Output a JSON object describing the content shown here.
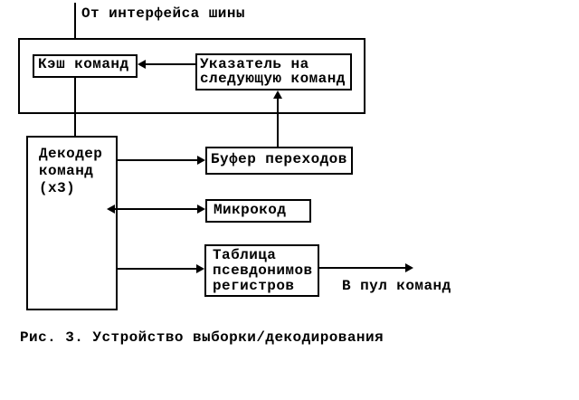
{
  "diagram": {
    "bus_input_label": "От интерфейса шины",
    "boxes": {
      "cache": {
        "label": "Кэш команд"
      },
      "next_instruction_pointer": {
        "lines": [
          "Указатель на",
          "следующую команд"
        ]
      },
      "decoder": {
        "lines": [
          "Декодер",
          "команд",
          "(x3)"
        ]
      },
      "branch_buffer": {
        "label": "Буфер переходов"
      },
      "microcode": {
        "label": "Микрокод"
      },
      "register_alias_table": {
        "lines": [
          "Таблица",
          "псевдонимов",
          "регистров"
        ]
      }
    },
    "output_label": "В пул команд",
    "caption": "Рис. 3. Устройство выборки/декодирования",
    "colors": {
      "ink": "#000000",
      "background": "#ffffff"
    }
  }
}
